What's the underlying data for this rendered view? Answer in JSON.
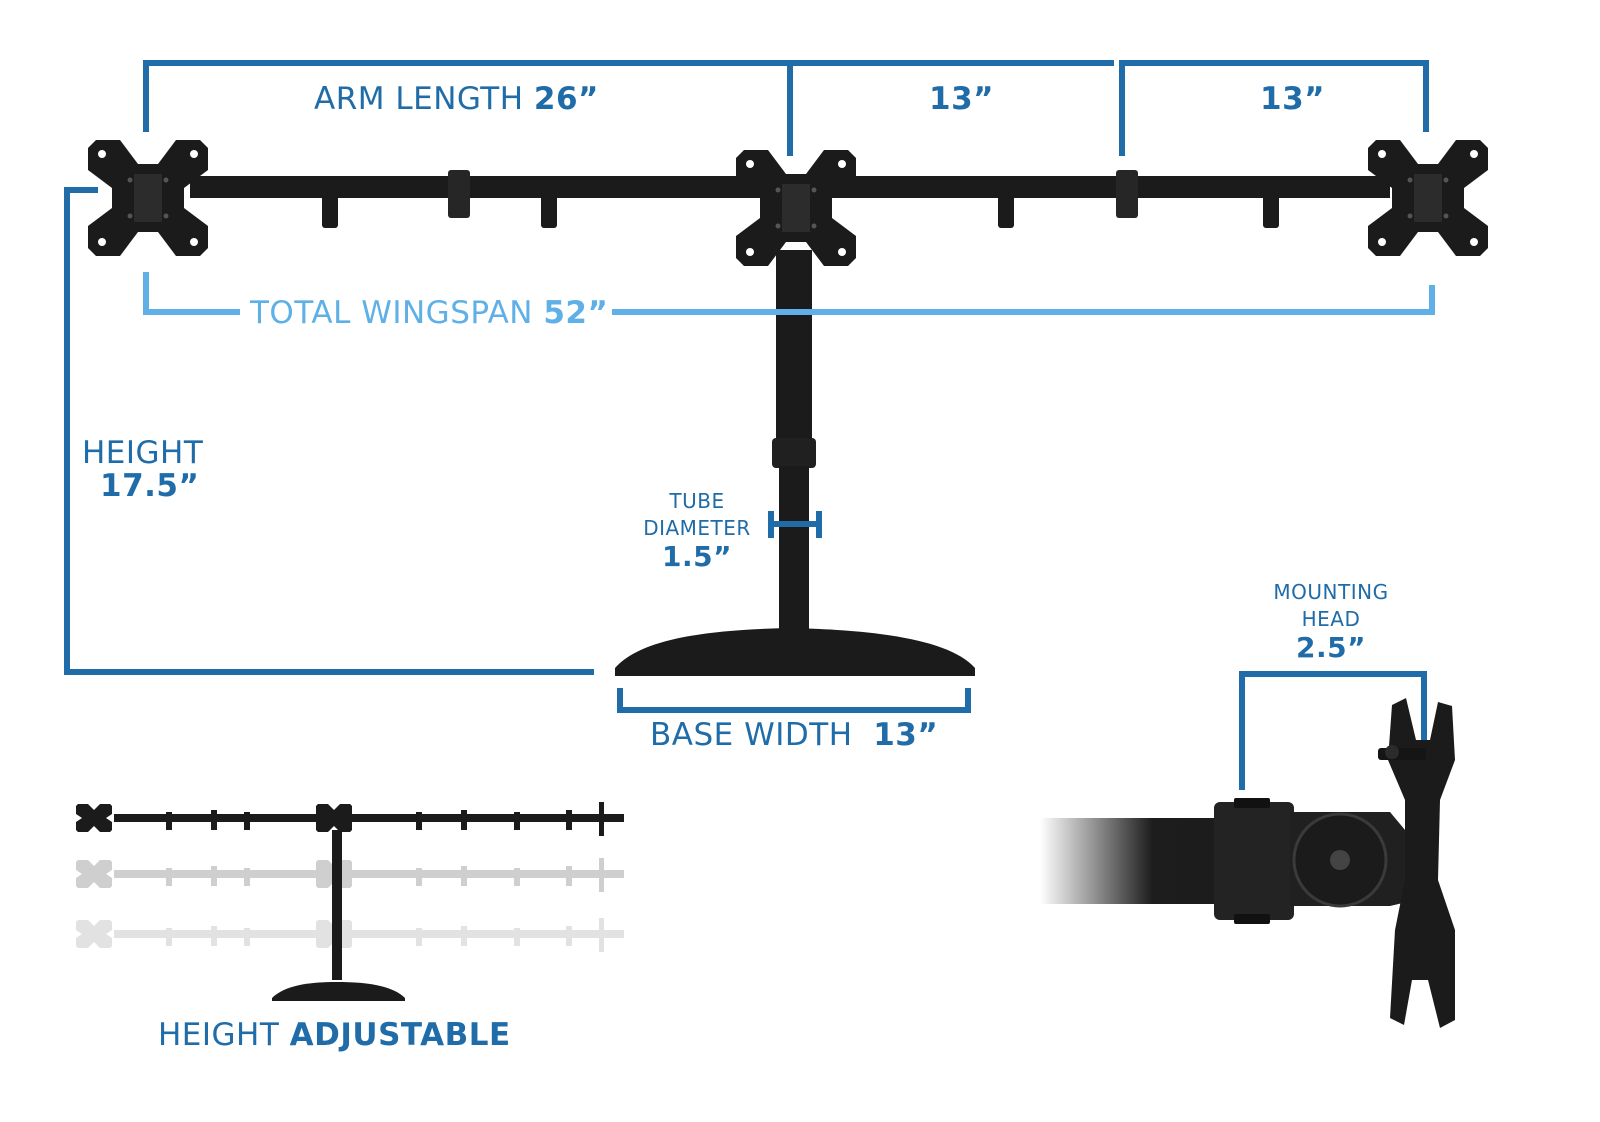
{
  "colors": {
    "dark_blue": "#1f6ca8",
    "light_blue": "#5fb0e6",
    "stand_black": "#1b1b1b",
    "faded_gray": "#d2d2d2",
    "background": "#ffffff"
  },
  "labels": {
    "arm_length_text": "ARM LENGTH",
    "arm_length_value": "26”",
    "seg2_value": "13”",
    "seg3_value": "13”",
    "wingspan_text": "TOTAL WINGSPAN",
    "wingspan_value": "52”",
    "height_text": "HEIGHT",
    "height_value": "17.5”",
    "tube_line1": "TUBE",
    "tube_line2": "DIAMETER",
    "tube_value": "1.5”",
    "base_text": "BASE WIDTH",
    "base_value": "13”",
    "mount_line1": "MOUNTING",
    "mount_line2": "HEAD",
    "mount_value": "2.5”",
    "adjust_text": "HEIGHT",
    "adjust_bold": "ADJUSTABLE"
  }
}
